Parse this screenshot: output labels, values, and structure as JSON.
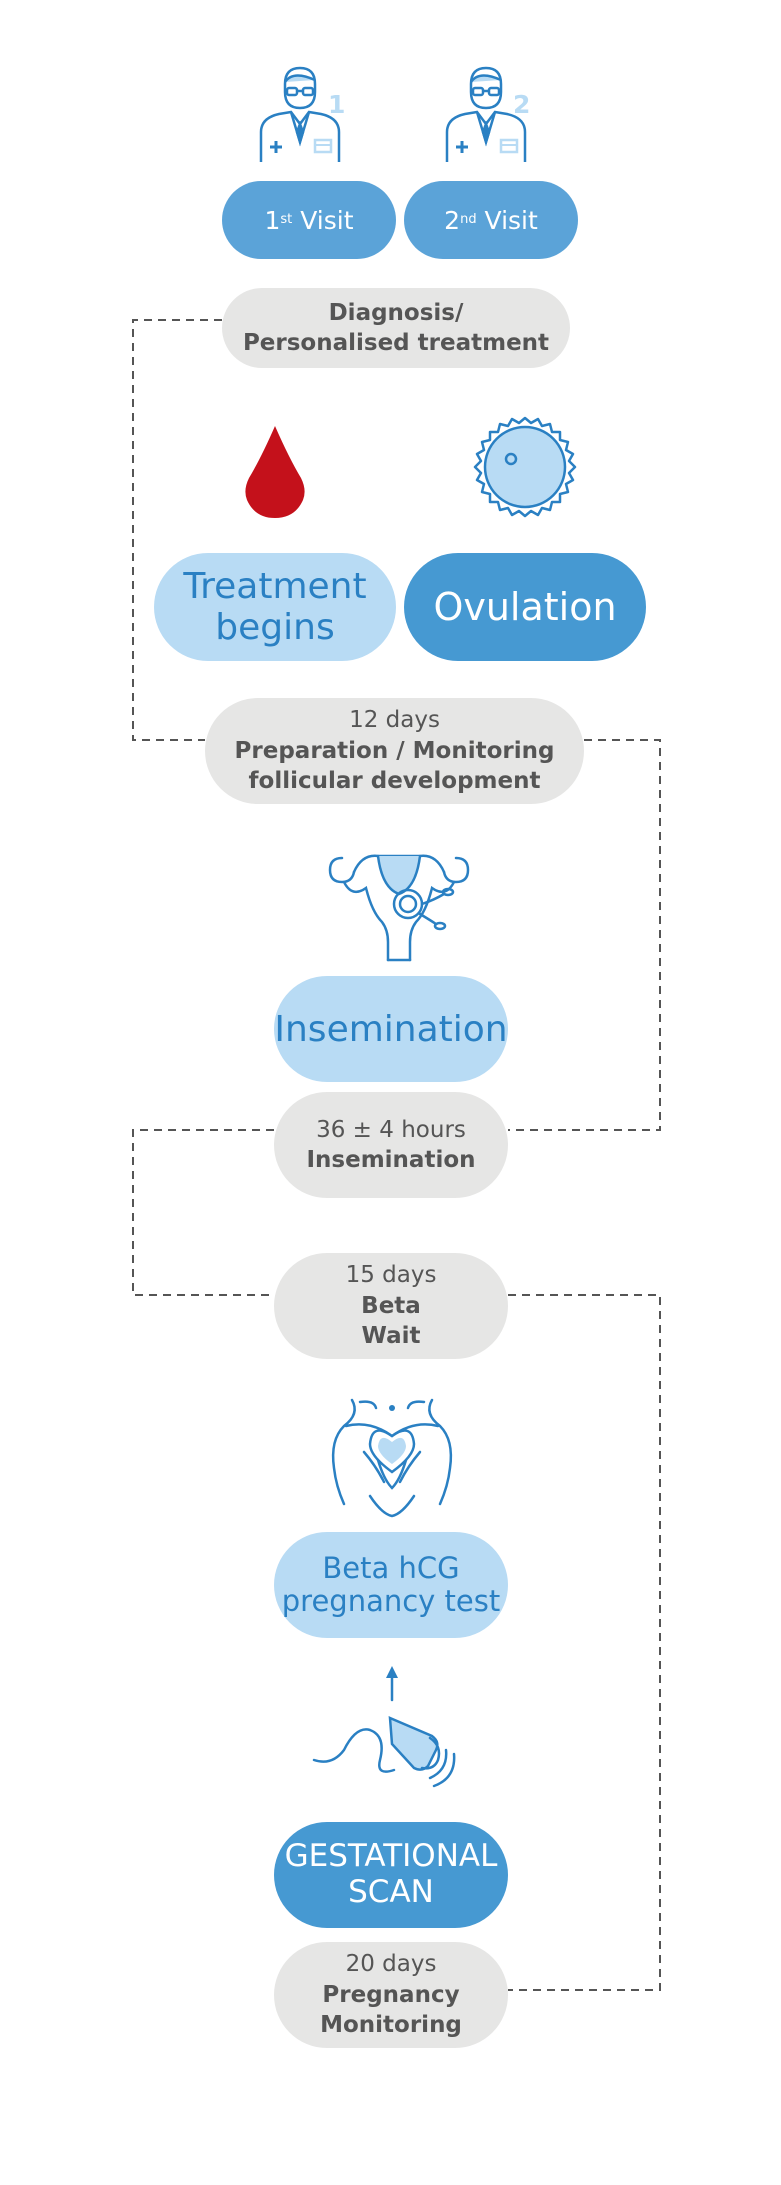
{
  "visits": [
    {
      "prefix": "1",
      "sup": "st",
      "label": "Visit",
      "badge": "1"
    },
    {
      "prefix": "2",
      "sup": "nd",
      "label": "Visit",
      "badge": "2"
    }
  ],
  "diagnosis": {
    "line1": "Diagnosis/",
    "line2": "Personalised treatment"
  },
  "treatment": {
    "line1": "Treatment",
    "line2": "begins"
  },
  "ovulation": {
    "label": "Ovulation"
  },
  "preparation": {
    "duration": "12 days",
    "line1": "Preparation / Monitoring",
    "line2": "follicular development"
  },
  "insemination_step": {
    "label": "Insemination"
  },
  "insemination_wait": {
    "duration": "36 ± 4 hours",
    "line1": "Insemination"
  },
  "beta_wait": {
    "duration": "15 days",
    "line1": "Beta",
    "line2": "Wait"
  },
  "beta_test": {
    "line1": "Beta hCG",
    "line2": "pregnancy test"
  },
  "scan": {
    "line1": "GESTATIONAL",
    "line2": "SCAN"
  },
  "pregnancy": {
    "duration": "20 days",
    "line1": "Pregnancy",
    "line2": "Monitoring"
  },
  "colors": {
    "blue_dark": "#4699d2",
    "blue_light": "#b8dbf4",
    "blue_icon": "#2a80c3",
    "grey": "#e6e6e5",
    "red": "#c4111b"
  }
}
